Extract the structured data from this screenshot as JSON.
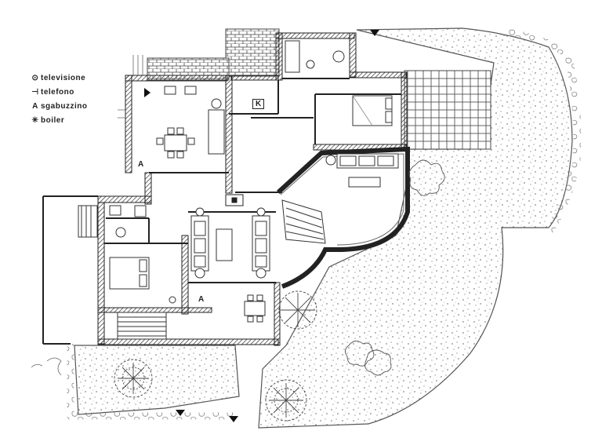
{
  "legend": [
    {
      "symbol": "⊙",
      "label": "televisione",
      "icon": "tv-outlet-icon"
    },
    {
      "symbol": "⊣",
      "label": "telefono",
      "icon": "phone-outlet-icon"
    },
    {
      "symbol": "A",
      "label": "sgabuzzino",
      "icon": "storage-letter-icon"
    },
    {
      "symbol": "✳",
      "label": "boiler",
      "icon": "boiler-icon"
    }
  ],
  "markers": {
    "storage": "A",
    "kitchen": "K"
  },
  "colors": {
    "ink": "#222222",
    "wall": "#333333",
    "paper": "#ffffff"
  }
}
